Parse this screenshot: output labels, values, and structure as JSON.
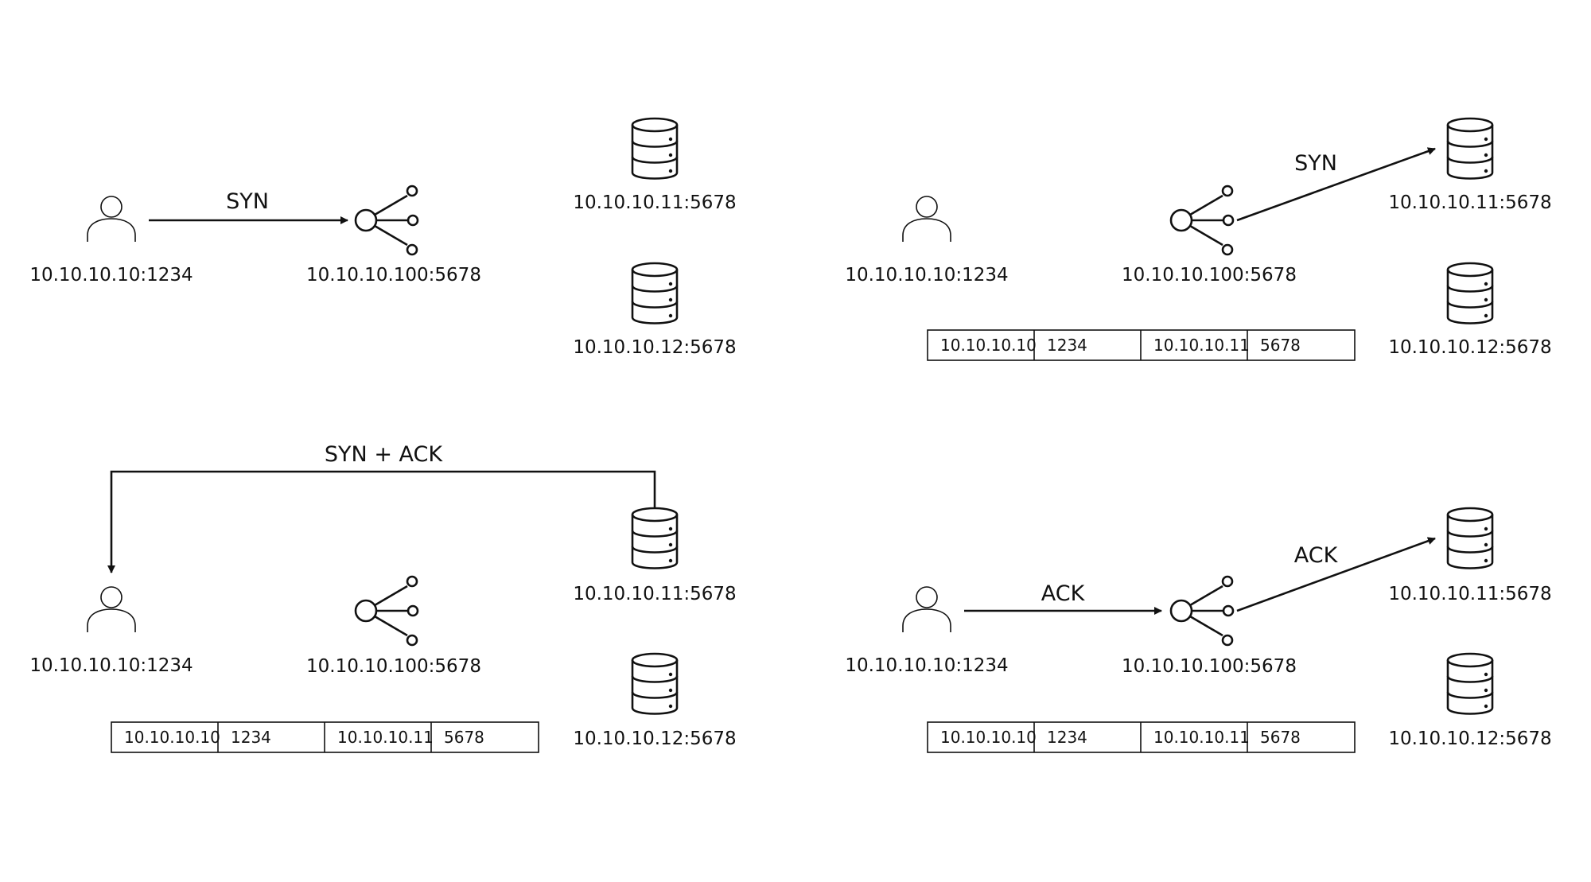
{
  "panels": [
    {
      "client": "10.10.10.10:1234",
      "balancer": "10.10.10.100:5678",
      "servers": [
        "10.10.10.11:5678",
        "10.10.10.12:5678"
      ],
      "messages": [
        "SYN"
      ],
      "table": null
    },
    {
      "client": "10.10.10.10:1234",
      "balancer": "10.10.10.100:5678",
      "servers": [
        "10.10.10.11:5678",
        "10.10.10.12:5678"
      ],
      "messages": [
        "SYN"
      ],
      "table": [
        "10.10.10.10",
        "1234",
        "10.10.10.11",
        "5678"
      ]
    },
    {
      "client": "10.10.10.10:1234",
      "balancer": "10.10.10.100:5678",
      "servers": [
        "10.10.10.11:5678",
        "10.10.10.12:5678"
      ],
      "messages": [
        "SYN + ACK"
      ],
      "table": [
        "10.10.10.10",
        "1234",
        "10.10.10.11",
        "5678"
      ]
    },
    {
      "client": "10.10.10.10:1234",
      "balancer": "10.10.10.100:5678",
      "servers": [
        "10.10.10.11:5678",
        "10.10.10.12:5678"
      ],
      "messages": [
        "ACK",
        "ACK"
      ],
      "table": [
        "10.10.10.10",
        "1234",
        "10.10.10.11",
        "5678"
      ]
    }
  ],
  "icons": {
    "client": "person-icon",
    "balancer": "load-balancer-icon",
    "server": "database-server-icon"
  },
  "colors": {
    "line": "#111111",
    "background": "#ffffff"
  }
}
